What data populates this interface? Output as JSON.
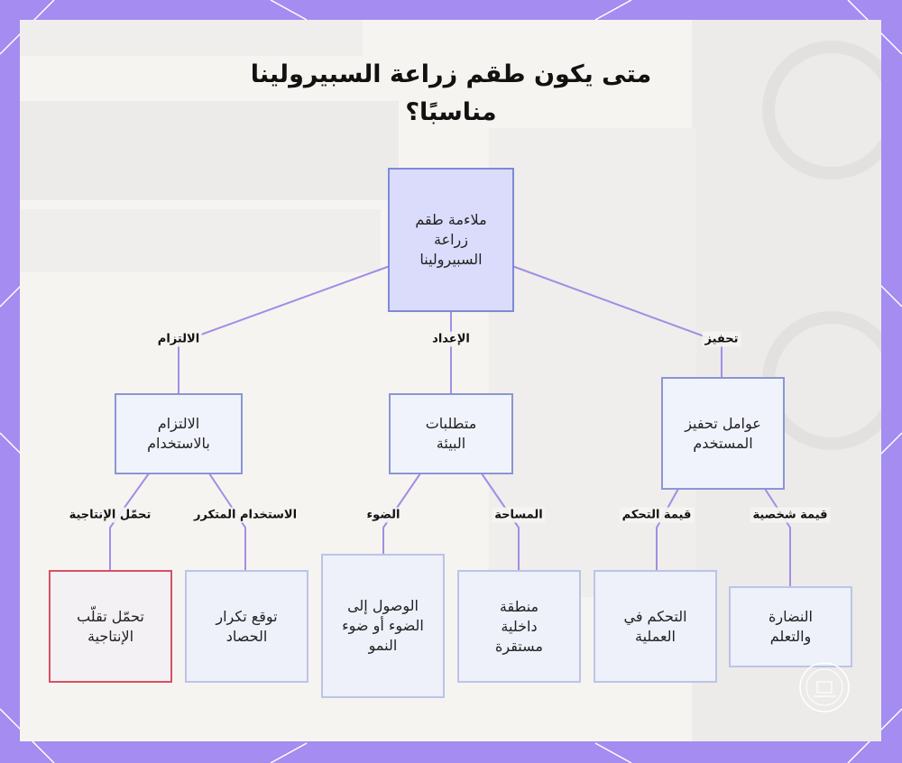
{
  "title": "متى يكون طقم زراعة السبيرولينا مناسبًا؟",
  "nodes": {
    "root": "ملاءمة طقم زراعة السبيرولينا",
    "commitment": "الالتزام بالاستخدام",
    "environment": "متطلبات البيئة",
    "motivation": "عوامل تحفيز المستخدم",
    "yield_tolerance": "تحمّل تقلّب الإنتاجية",
    "harvest_frequency": "توقع تكرار الحصاد",
    "light_access": "الوصول إلى الضوء أو ضوء النمو",
    "indoor_space": "منطقة داخلية مستقرة",
    "process_control": "التحكم في العملية",
    "freshness_learning": "النضارة والتعلم"
  },
  "edge_labels": {
    "commitment": "الالتزام",
    "preparation": "الإعداد",
    "motivation": "تحفيز",
    "yield_tolerance": "تحمّل الإنتاجية",
    "repeated_use": "الاستخدام المتكرر",
    "light": "الضوء",
    "space": "المساحة",
    "control_value": "قيمة التحكم",
    "personal_value": "قيمة شخصية"
  },
  "colors": {
    "background": "#a48cf0",
    "panel": "#f6f4f1",
    "edge": "#a48ce6",
    "root_fill": "#dbdcfb",
    "risk_border": "#d65064"
  }
}
